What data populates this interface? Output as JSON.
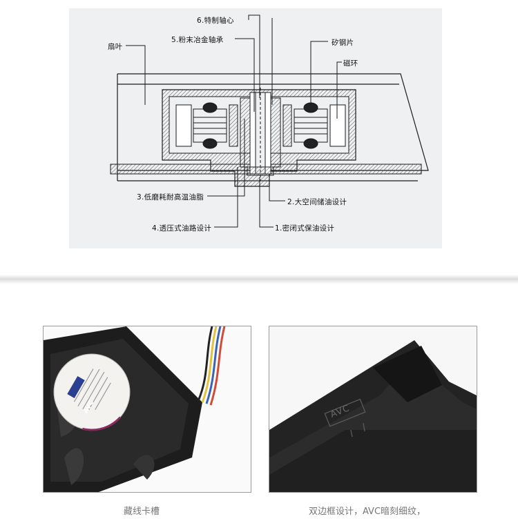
{
  "diagram": {
    "labels": {
      "center": "6.特制轴心",
      "bearing": "5.粉末冶金轴承",
      "blade": "扇叶",
      "steel_sheet": "矽钢片",
      "magnet": "磁环",
      "wear": "3.低磨耗耐高温油脂",
      "oil_space": "2.大空间储油设计",
      "oil_path": "4.透压式油路设计",
      "sealed": "1.密闭式保油设计"
    }
  },
  "photos": {
    "left": {
      "caption": "藏线卡槽",
      "sticker_brand": "AVC"
    },
    "right": {
      "caption": "双边框设计，AVC暗刻细纹，",
      "engraved_brand": "AVC"
    }
  },
  "colors": {
    "diagram_bg": "#eef0f2",
    "line": "#1a1a1a",
    "hatch": "#555555",
    "fan_body": "#1c1c1c",
    "caption": "#777777",
    "frame": "#9a9a9a"
  }
}
